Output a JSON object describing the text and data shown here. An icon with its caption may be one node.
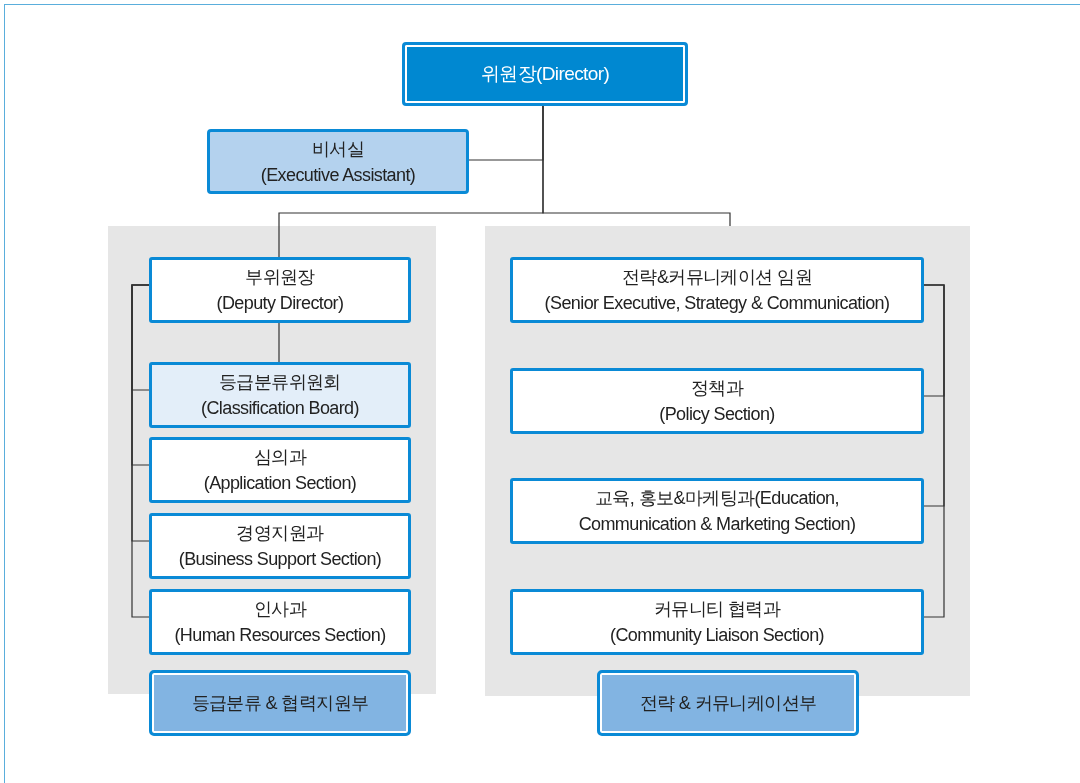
{
  "diagram": {
    "nodes": [
      {
        "text": [
          "위원장(Director)"
        ]
      },
      {
        "text": [
          "비서실",
          "(Executive Assistant)"
        ]
      },
      {
        "text": [],
        "shape": "box"
      },
      {
        "text": [
          "부위원장",
          "(Deputy Director)"
        ],
        "in": 2
      },
      {
        "text": [
          "등급분류위원회",
          "(Classification Board)"
        ],
        "in": 2
      },
      {
        "text": [
          "심의과",
          "(Application Section)"
        ],
        "in": 2
      },
      {
        "text": [
          "경영지원과",
          "(Business Support Section)"
        ],
        "in": 2
      },
      {
        "text": [
          "인사과",
          "(Human Resources Section)"
        ],
        "in": 2
      },
      {
        "text": [
          "등급분류 & 협력지원부"
        ]
      },
      {
        "text": [],
        "shape": "box"
      },
      {
        "text": [
          "전략&커뮤니케이션 임원",
          "(Senior Executive, Strategy & Communication)"
        ],
        "in": 9
      },
      {
        "text": [
          "정책과",
          "(Policy Section)"
        ],
        "in": 9
      },
      {
        "text": [
          "교육, 홍보&마케팅과(Education, Communication & Marketing Section)"
        ],
        "in": 9
      },
      {
        "text": [
          "커뮤니티 협력과",
          "(Community Liaison Section)"
        ],
        "in": 9
      },
      {
        "text": [
          "전략 & 커뮤니케이션부"
        ]
      }
    ],
    "edges": [
      {
        "from": 0,
        "to": 1,
        "arrow": "none"
      },
      {
        "from": 0,
        "to": 3,
        "arrow": "none"
      },
      {
        "from": 0,
        "to": 9,
        "arrow": "none"
      },
      {
        "from": 3,
        "to": 4,
        "arrow": "none"
      },
      {
        "from": 3,
        "to": 4,
        "arrow": "none"
      },
      {
        "from": 3,
        "to": 5,
        "arrow": "none"
      },
      {
        "from": 3,
        "to": 6,
        "arrow": "none"
      },
      {
        "from": 3,
        "to": 7,
        "arrow": "none"
      },
      {
        "from": 10,
        "to": 11,
        "arrow": "none"
      },
      {
        "from": 10,
        "to": 12,
        "arrow": "none"
      },
      {
        "from": 10,
        "to": 13,
        "arrow": "none"
      }
    ]
  }
}
